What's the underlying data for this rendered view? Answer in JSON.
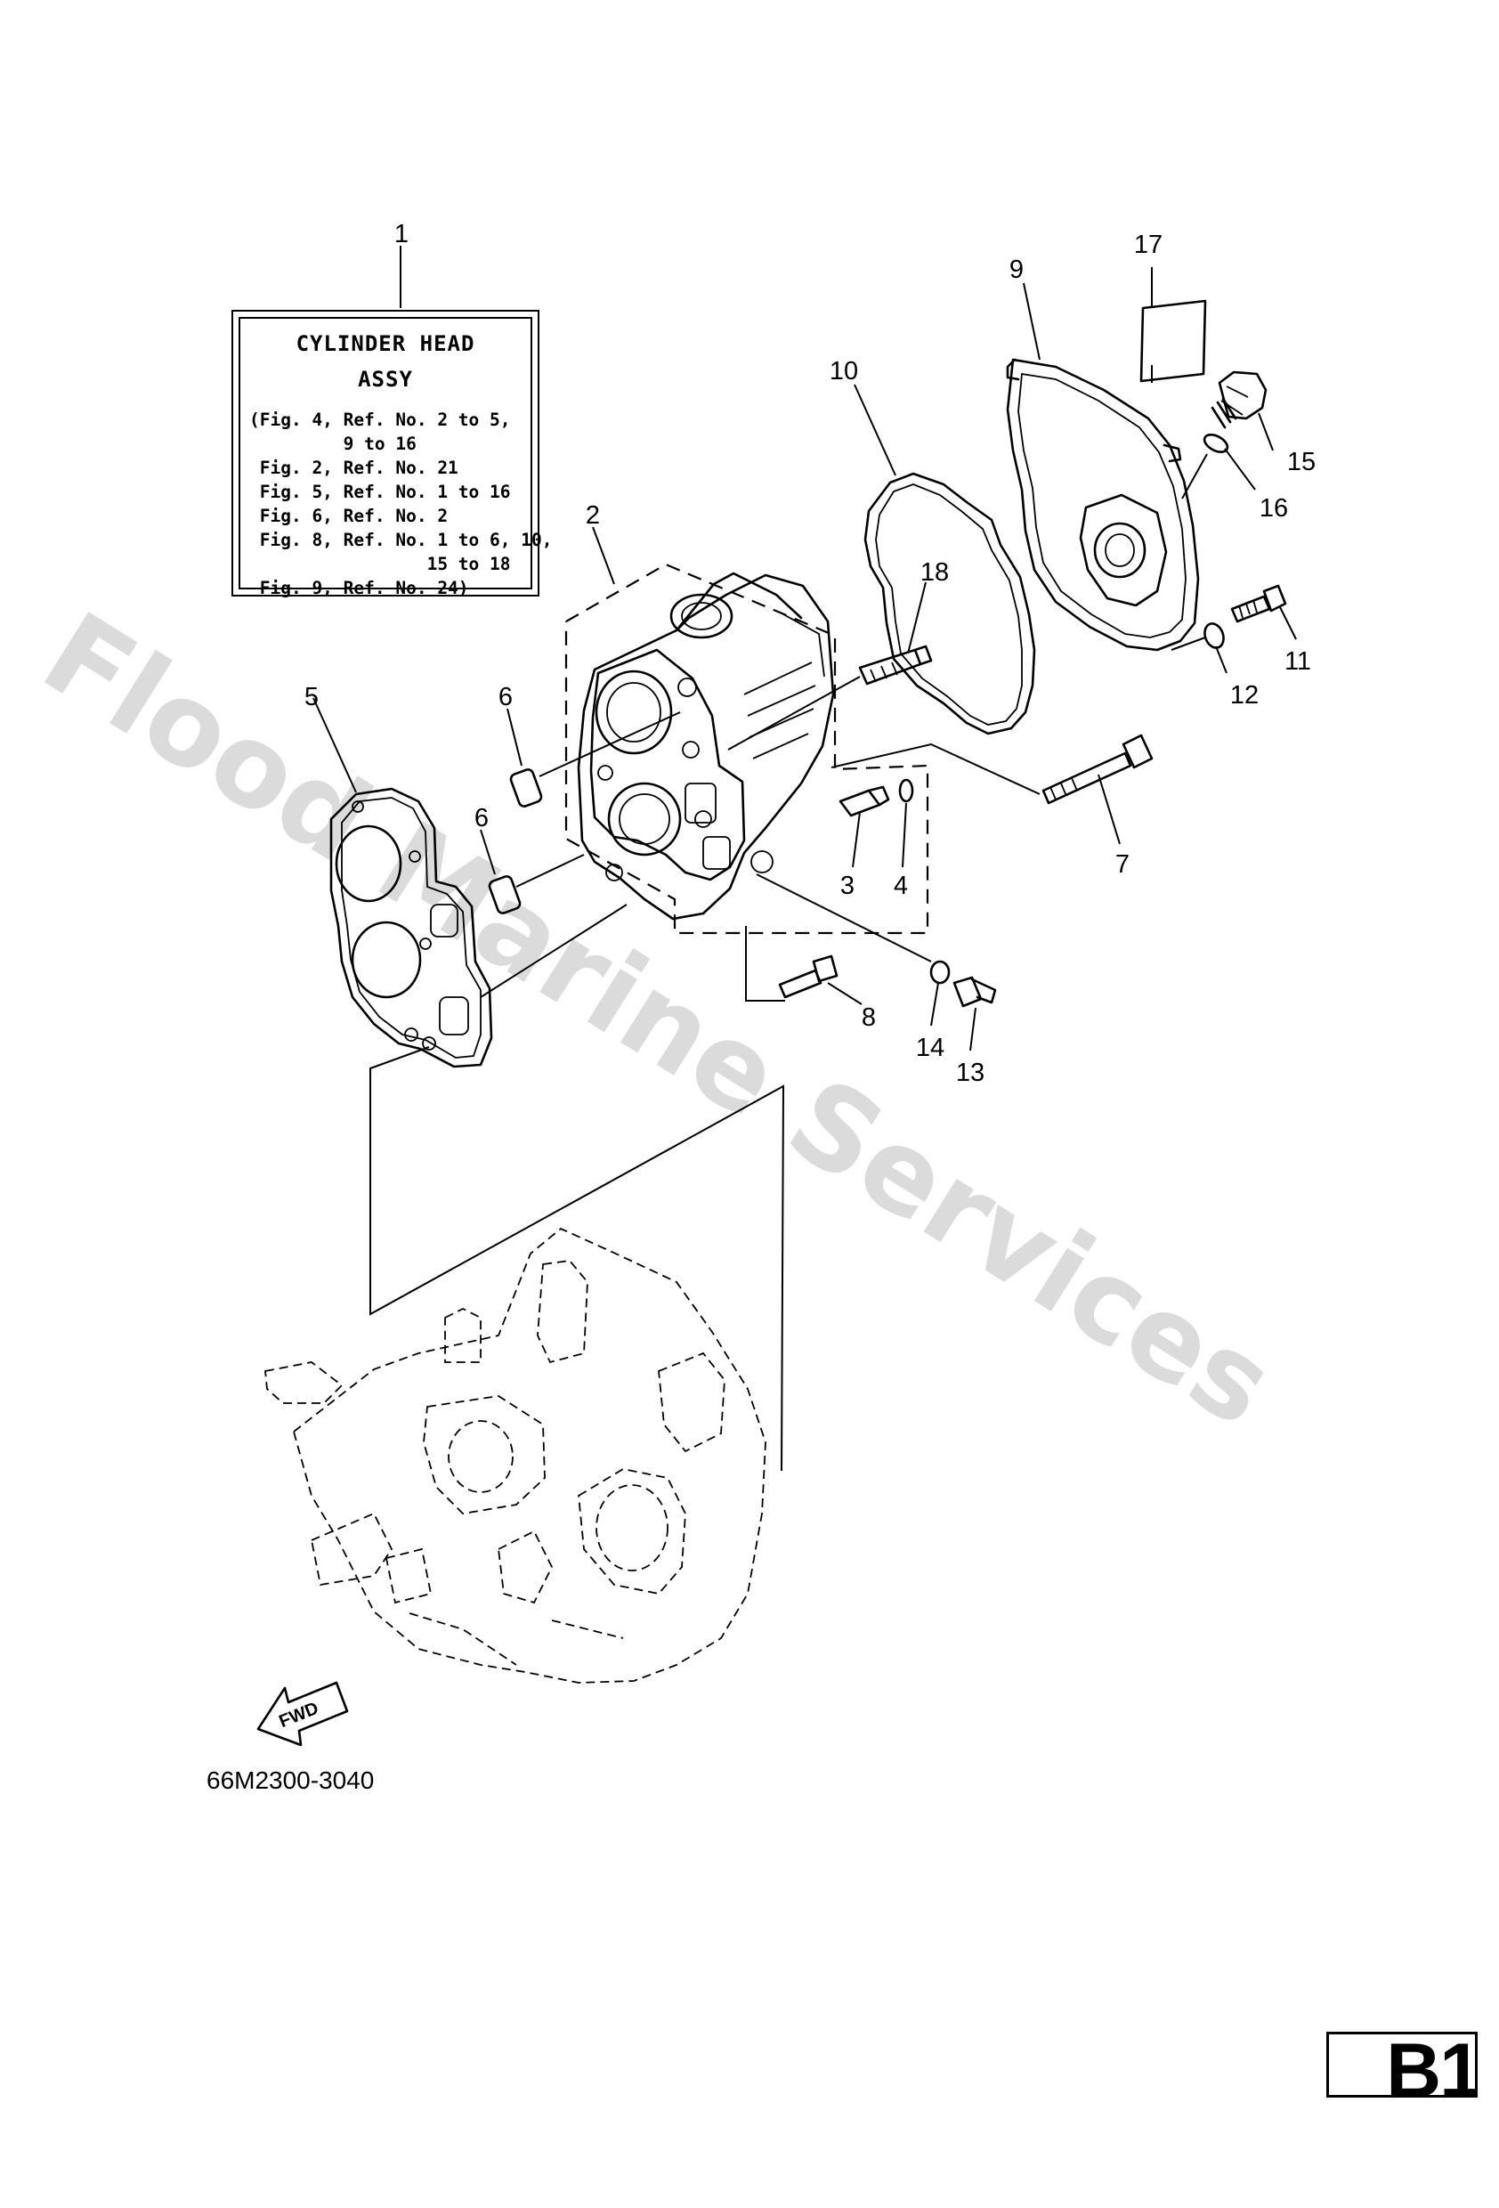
{
  "watermark": "Flood Marine Services",
  "assy_box": {
    "title_line1": "CYLINDER HEAD",
    "title_line2": "ASSY",
    "refs": [
      "(Fig. 4, Ref. No. 2 to 5,",
      "         9 to 16",
      " Fig. 2, Ref. No. 21",
      " Fig. 5, Ref. No. 1 to 16",
      " Fig. 6, Ref. No. 2",
      " Fig. 8, Ref. No. 1 to 6, 10,",
      "                 15 to 18",
      " Fig. 9, Ref. No. 24)"
    ]
  },
  "callouts": {
    "c1": "1",
    "c2": "2",
    "c3": "3",
    "c4": "4",
    "c5": "5",
    "c6a": "6",
    "c6b": "6",
    "c7": "7",
    "c8": "8",
    "c9": "9",
    "c10": "10",
    "c11": "11",
    "c12": "12",
    "c13": "13",
    "c14": "14",
    "c15": "15",
    "c16": "16",
    "c17": "17",
    "c18": "18"
  },
  "fwd_label": "FWD",
  "drawing_code": "66M2300-3040",
  "page_tag": "B1"
}
